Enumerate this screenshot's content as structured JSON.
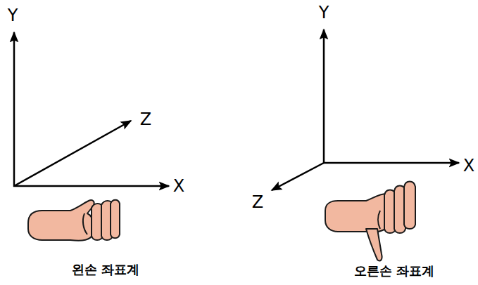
{
  "diagram": {
    "labels": [
      "Y",
      "Z",
      "X",
      "왼손 좌표계",
      "Y",
      "X",
      "Z",
      "오른손 좌표계"
    ]
  }
}
